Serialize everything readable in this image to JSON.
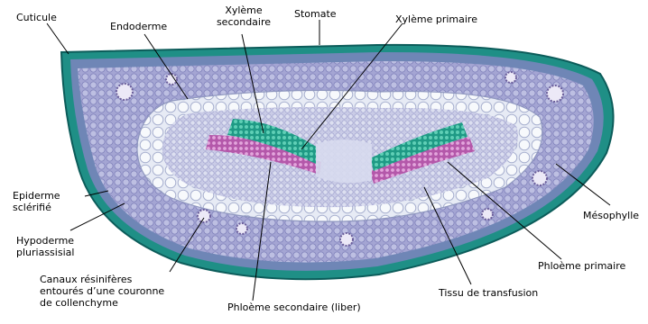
{
  "labels": {
    "cuticule": "Cuticule",
    "endoderme": "Endoderme",
    "xyleme_secondaire_1": "Xylème",
    "xyleme_secondaire_2": "secondaire",
    "stomate": "Stomate",
    "xyleme_primaire": "Xylème primaire",
    "epiderme_1": "Epiderme",
    "epiderme_2": "sclérifié",
    "hypoderme_1": "Hypoderme",
    "hypoderme_2": "pluriassisial",
    "canaux_1": "Canaux résinifères",
    "canaux_2": "entourés d’une couronne",
    "canaux_3": "de collenchyme",
    "phloeme_secondaire": "Phloème secondaire (liber)",
    "tissu_transfusion": "Tissu de transfusion",
    "phloeme_primaire": "Phloème primaire",
    "mesophylle": "Mésophylle"
  },
  "colors": {
    "epidermis": "#1f8f86",
    "hypodermis": "#2f6f88",
    "mesophyll": "#9c9ccd",
    "mesophyll_dark": "#7a7cb5",
    "endodermis": "#d9def0",
    "transfusion": "#c9cbe6",
    "xylem": "#2aa58f",
    "phloem": "#c46bb8"
  }
}
